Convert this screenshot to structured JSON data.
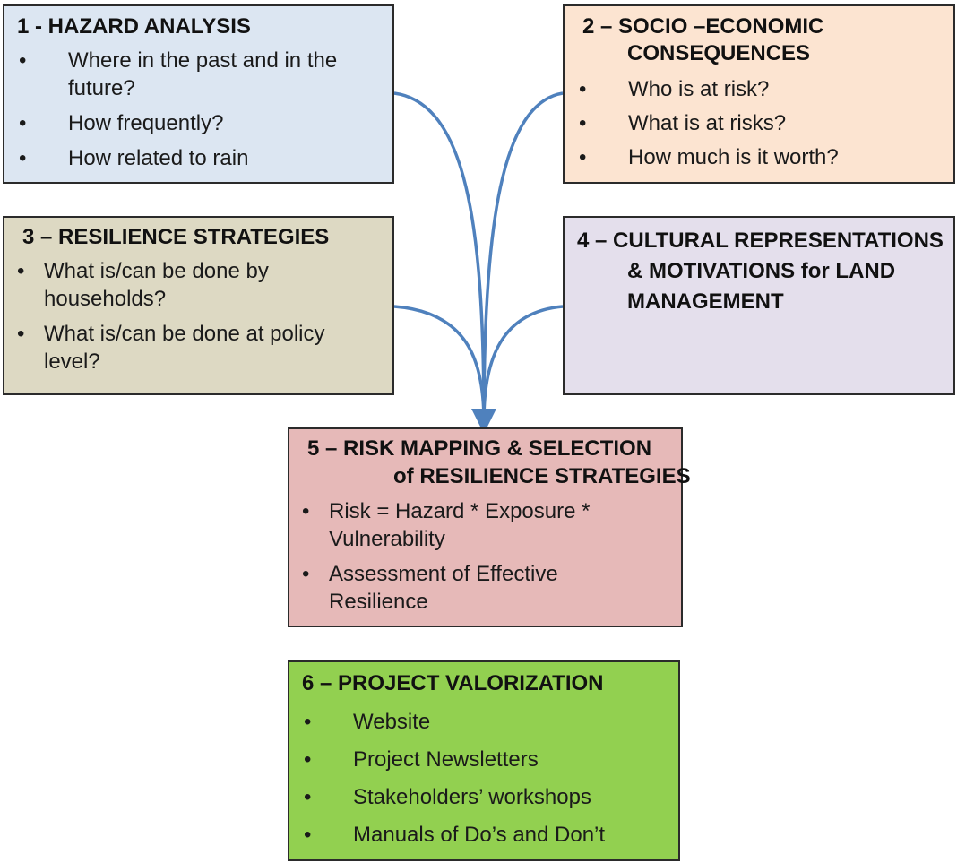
{
  "boxes": {
    "hazard": {
      "title": "1 - HAZARD ANALYSIS",
      "items": [
        "Where in the past and in the future?",
        "How frequently?",
        "How related to rain"
      ],
      "color": "#dce6f2"
    },
    "socio": {
      "title_line1": "2 – SOCIO –ECONOMIC",
      "title_line2": "CONSEQUENCES",
      "items": [
        "Who is at risk?",
        "What is at risks?",
        "How much is it worth?"
      ],
      "color": "#fce4d1"
    },
    "resilience": {
      "title": "3 – RESILIENCE STRATEGIES",
      "items": [
        "What is/can be done by households?",
        "What is/can be done at policy level?"
      ],
      "color": "#ddd9c3"
    },
    "cultural": {
      "title_line1": "4 – CULTURAL REPRESENTATIONS",
      "title_line2": "& MOTIVATIONS for LAND",
      "title_line3": "MANAGEMENT",
      "color": "#e4dfec"
    },
    "risk": {
      "title_line1": "5 – RISK MAPPING & SELECTION",
      "title_line2": "of RESILIENCE STRATEGIES",
      "items": [
        "Risk = Hazard * Exposure * Vulnerability",
        "Assessment of Effective Resilience"
      ],
      "color": "#e6b9b8"
    },
    "valorization": {
      "title": "6 – PROJECT VALORIZATION",
      "items": [
        "Website",
        "Project Newsletters",
        "Stakeholders’ workshops",
        "Manuals of Do’s and Don’t"
      ],
      "color": "#92d050"
    }
  },
  "bullet_symbol": "•",
  "connector_color": "#4f81bd"
}
